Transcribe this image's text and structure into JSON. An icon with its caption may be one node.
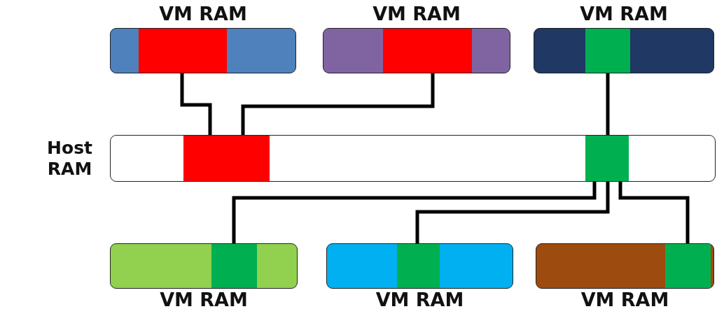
{
  "diagram": {
    "nodes": [
      {
        "text": [
          "VM RAM"
        ]
      },
      {
        "text": [],
        "shape": "bar",
        "in": 0
      },
      {
        "text": [
          "VM RAM"
        ]
      },
      {
        "text": [],
        "shape": "bar",
        "in": 2
      },
      {
        "text": [
          "VM RAM"
        ]
      },
      {
        "text": [],
        "shape": "bar",
        "in": 4
      },
      {
        "text": [
          "Host RAM"
        ]
      },
      {
        "text": [],
        "shape": "bar",
        "in": 6
      },
      {
        "text": [],
        "shape": "bar",
        "in": 6
      },
      {
        "text": [
          "VM RAM"
        ]
      },
      {
        "text": [],
        "shape": "bar",
        "in": 9
      },
      {
        "text": [
          "VM RAM"
        ]
      },
      {
        "text": [],
        "shape": "bar",
        "in": 11
      },
      {
        "text": [
          "VM RAM"
        ]
      },
      {
        "text": [],
        "shape": "bar",
        "in": 13
      }
    ],
    "edges": [
      {
        "from": 1,
        "to": 7,
        "arrow": "none"
      },
      {
        "from": 3,
        "to": 7,
        "arrow": "none"
      },
      {
        "from": 5,
        "to": 8,
        "arrow": "none"
      },
      {
        "from": 8,
        "to": 10,
        "arrow": "none"
      },
      {
        "from": 8,
        "to": 12,
        "arrow": "none"
      },
      {
        "from": 8,
        "to": 14,
        "arrow": "none"
      }
    ]
  }
}
